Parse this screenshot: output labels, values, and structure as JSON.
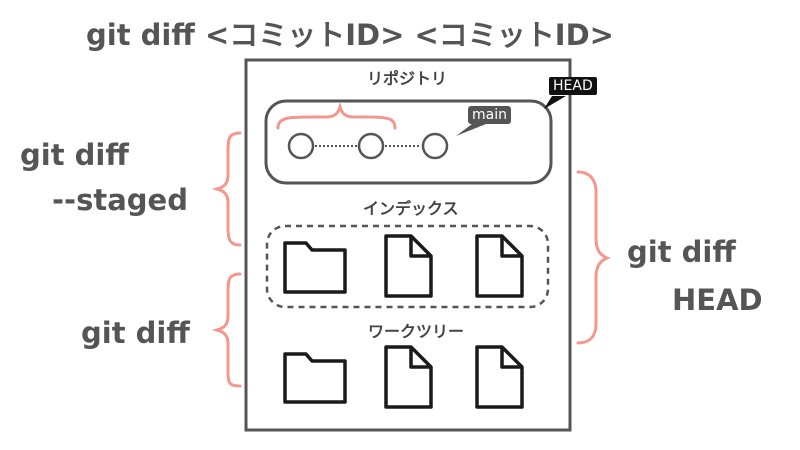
{
  "header": {
    "title": "git diff <コミットID> <コミットID>"
  },
  "sections": {
    "repository": "リポジトリ",
    "index": "インデックス",
    "worktree": "ワークツリー"
  },
  "refs": {
    "head": "HEAD",
    "branch": "main"
  },
  "commands": {
    "staged_line1": "git diff",
    "staged_line2": "--staged",
    "worktree": "git diff",
    "head_line1": "git diff",
    "head_line2": "HEAD"
  },
  "colors": {
    "accent": "#f4978e",
    "text": "#555555",
    "frame": "#555555",
    "icon": "#1a1a1a",
    "head_tag": "#111111",
    "branch_tag": "#555555"
  }
}
